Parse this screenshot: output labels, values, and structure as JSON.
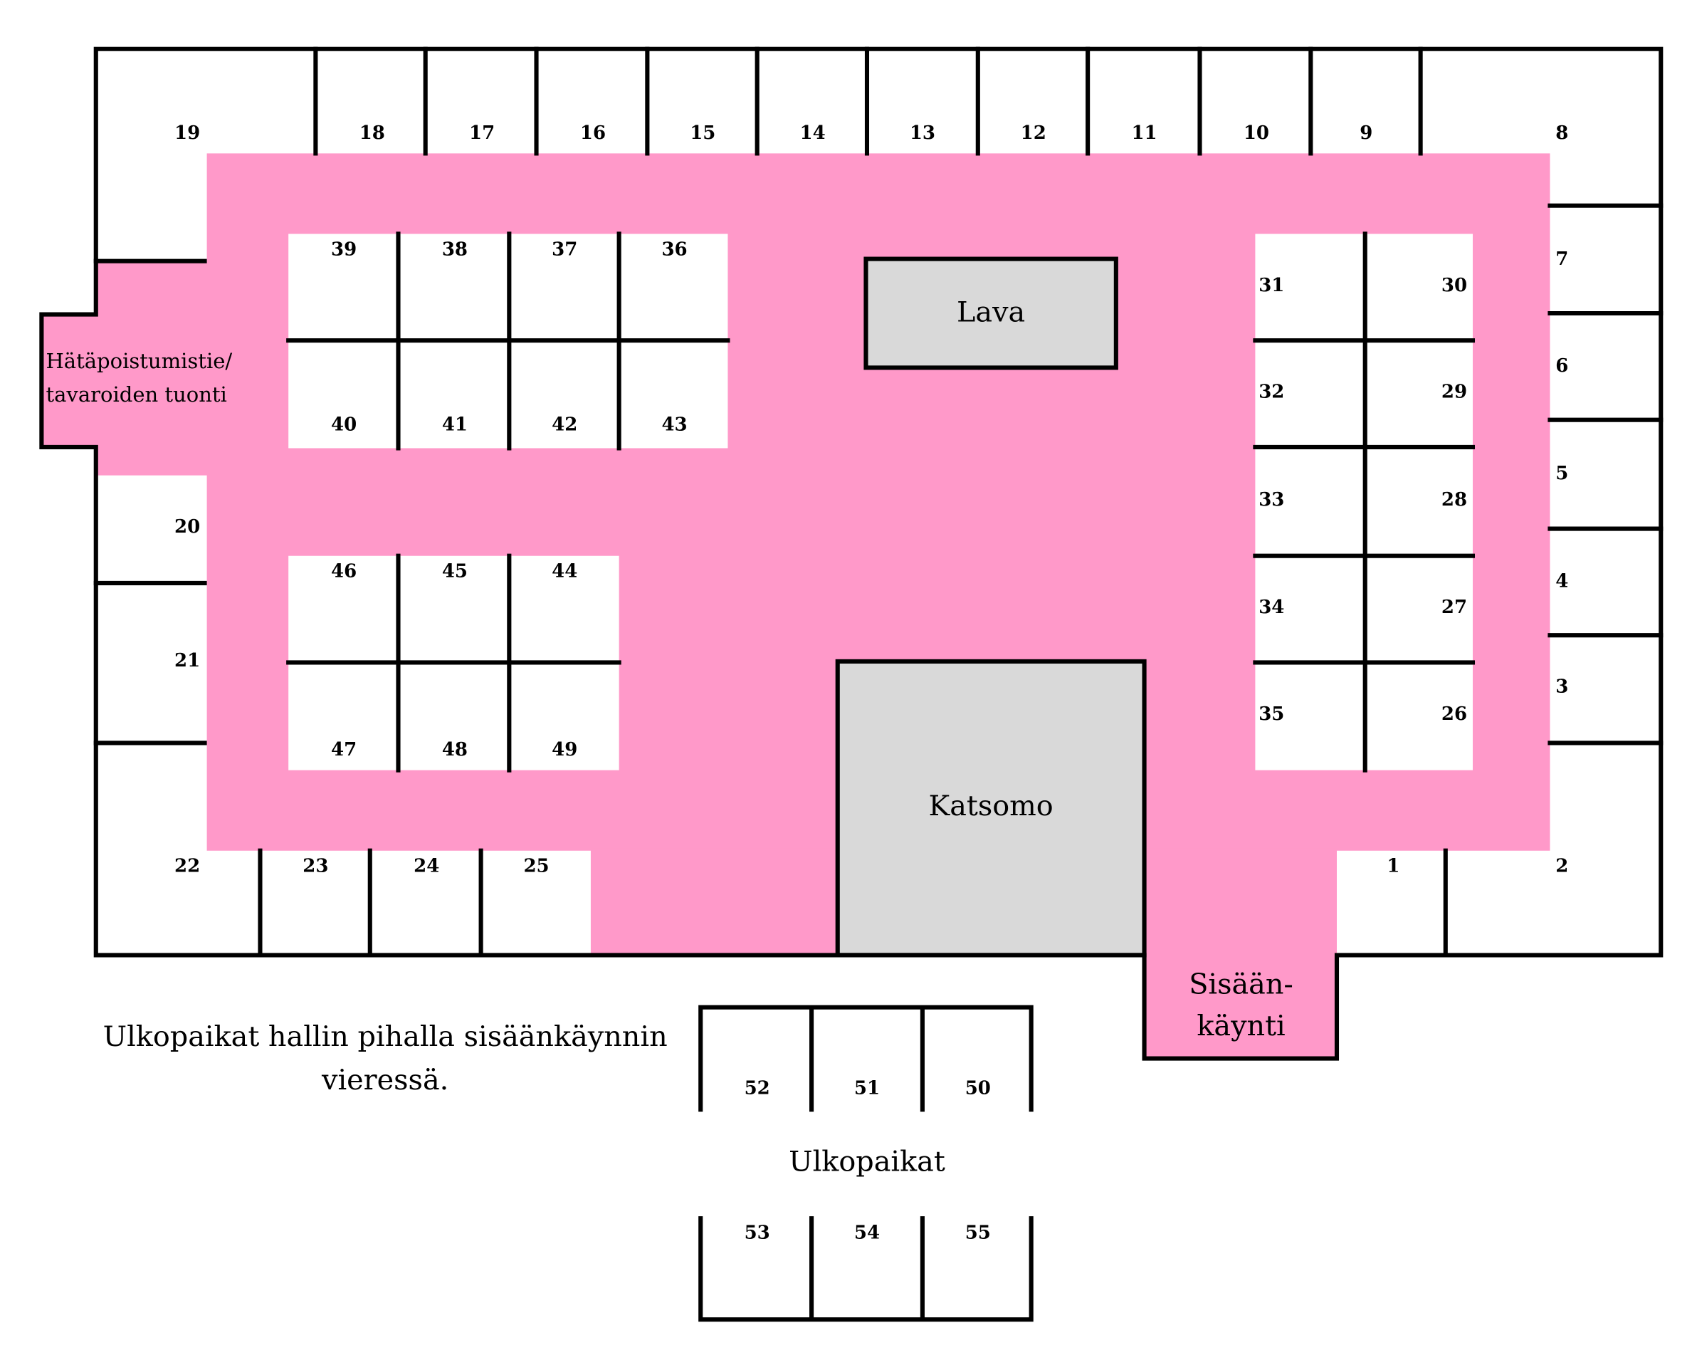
{
  "colors": {
    "corridor": "#ff99c9",
    "structure": "#d9d9d9",
    "wall": "#000000"
  },
  "labels": {
    "stage": "Lava",
    "viewing_area": "Katsomo",
    "emergency_exit_line1": "Hätäpoistumistie/",
    "emergency_exit_line2": "tavaroiden tuonti",
    "entrance_line1": "Sisään-",
    "entrance_line2": "käynti",
    "outdoor_title": "Ulkopaikat",
    "outdoor_note_line1": "Ulkopaikat hallin pihalla sisäänkäynnin",
    "outdoor_note_line2": "vieressä."
  },
  "stalls": [
    "1",
    "2",
    "3",
    "4",
    "5",
    "6",
    "7",
    "8",
    "9",
    "10",
    "11",
    "12",
    "13",
    "14",
    "15",
    "16",
    "17",
    "18",
    "19",
    "20",
    "21",
    "22",
    "23",
    "24",
    "25",
    "26",
    "27",
    "28",
    "29",
    "30",
    "31",
    "32",
    "33",
    "34",
    "35",
    "36",
    "37",
    "38",
    "39",
    "40",
    "41",
    "42",
    "43",
    "44",
    "45",
    "46",
    "47",
    "48",
    "49",
    "50",
    "51",
    "52",
    "53",
    "54",
    "55"
  ]
}
